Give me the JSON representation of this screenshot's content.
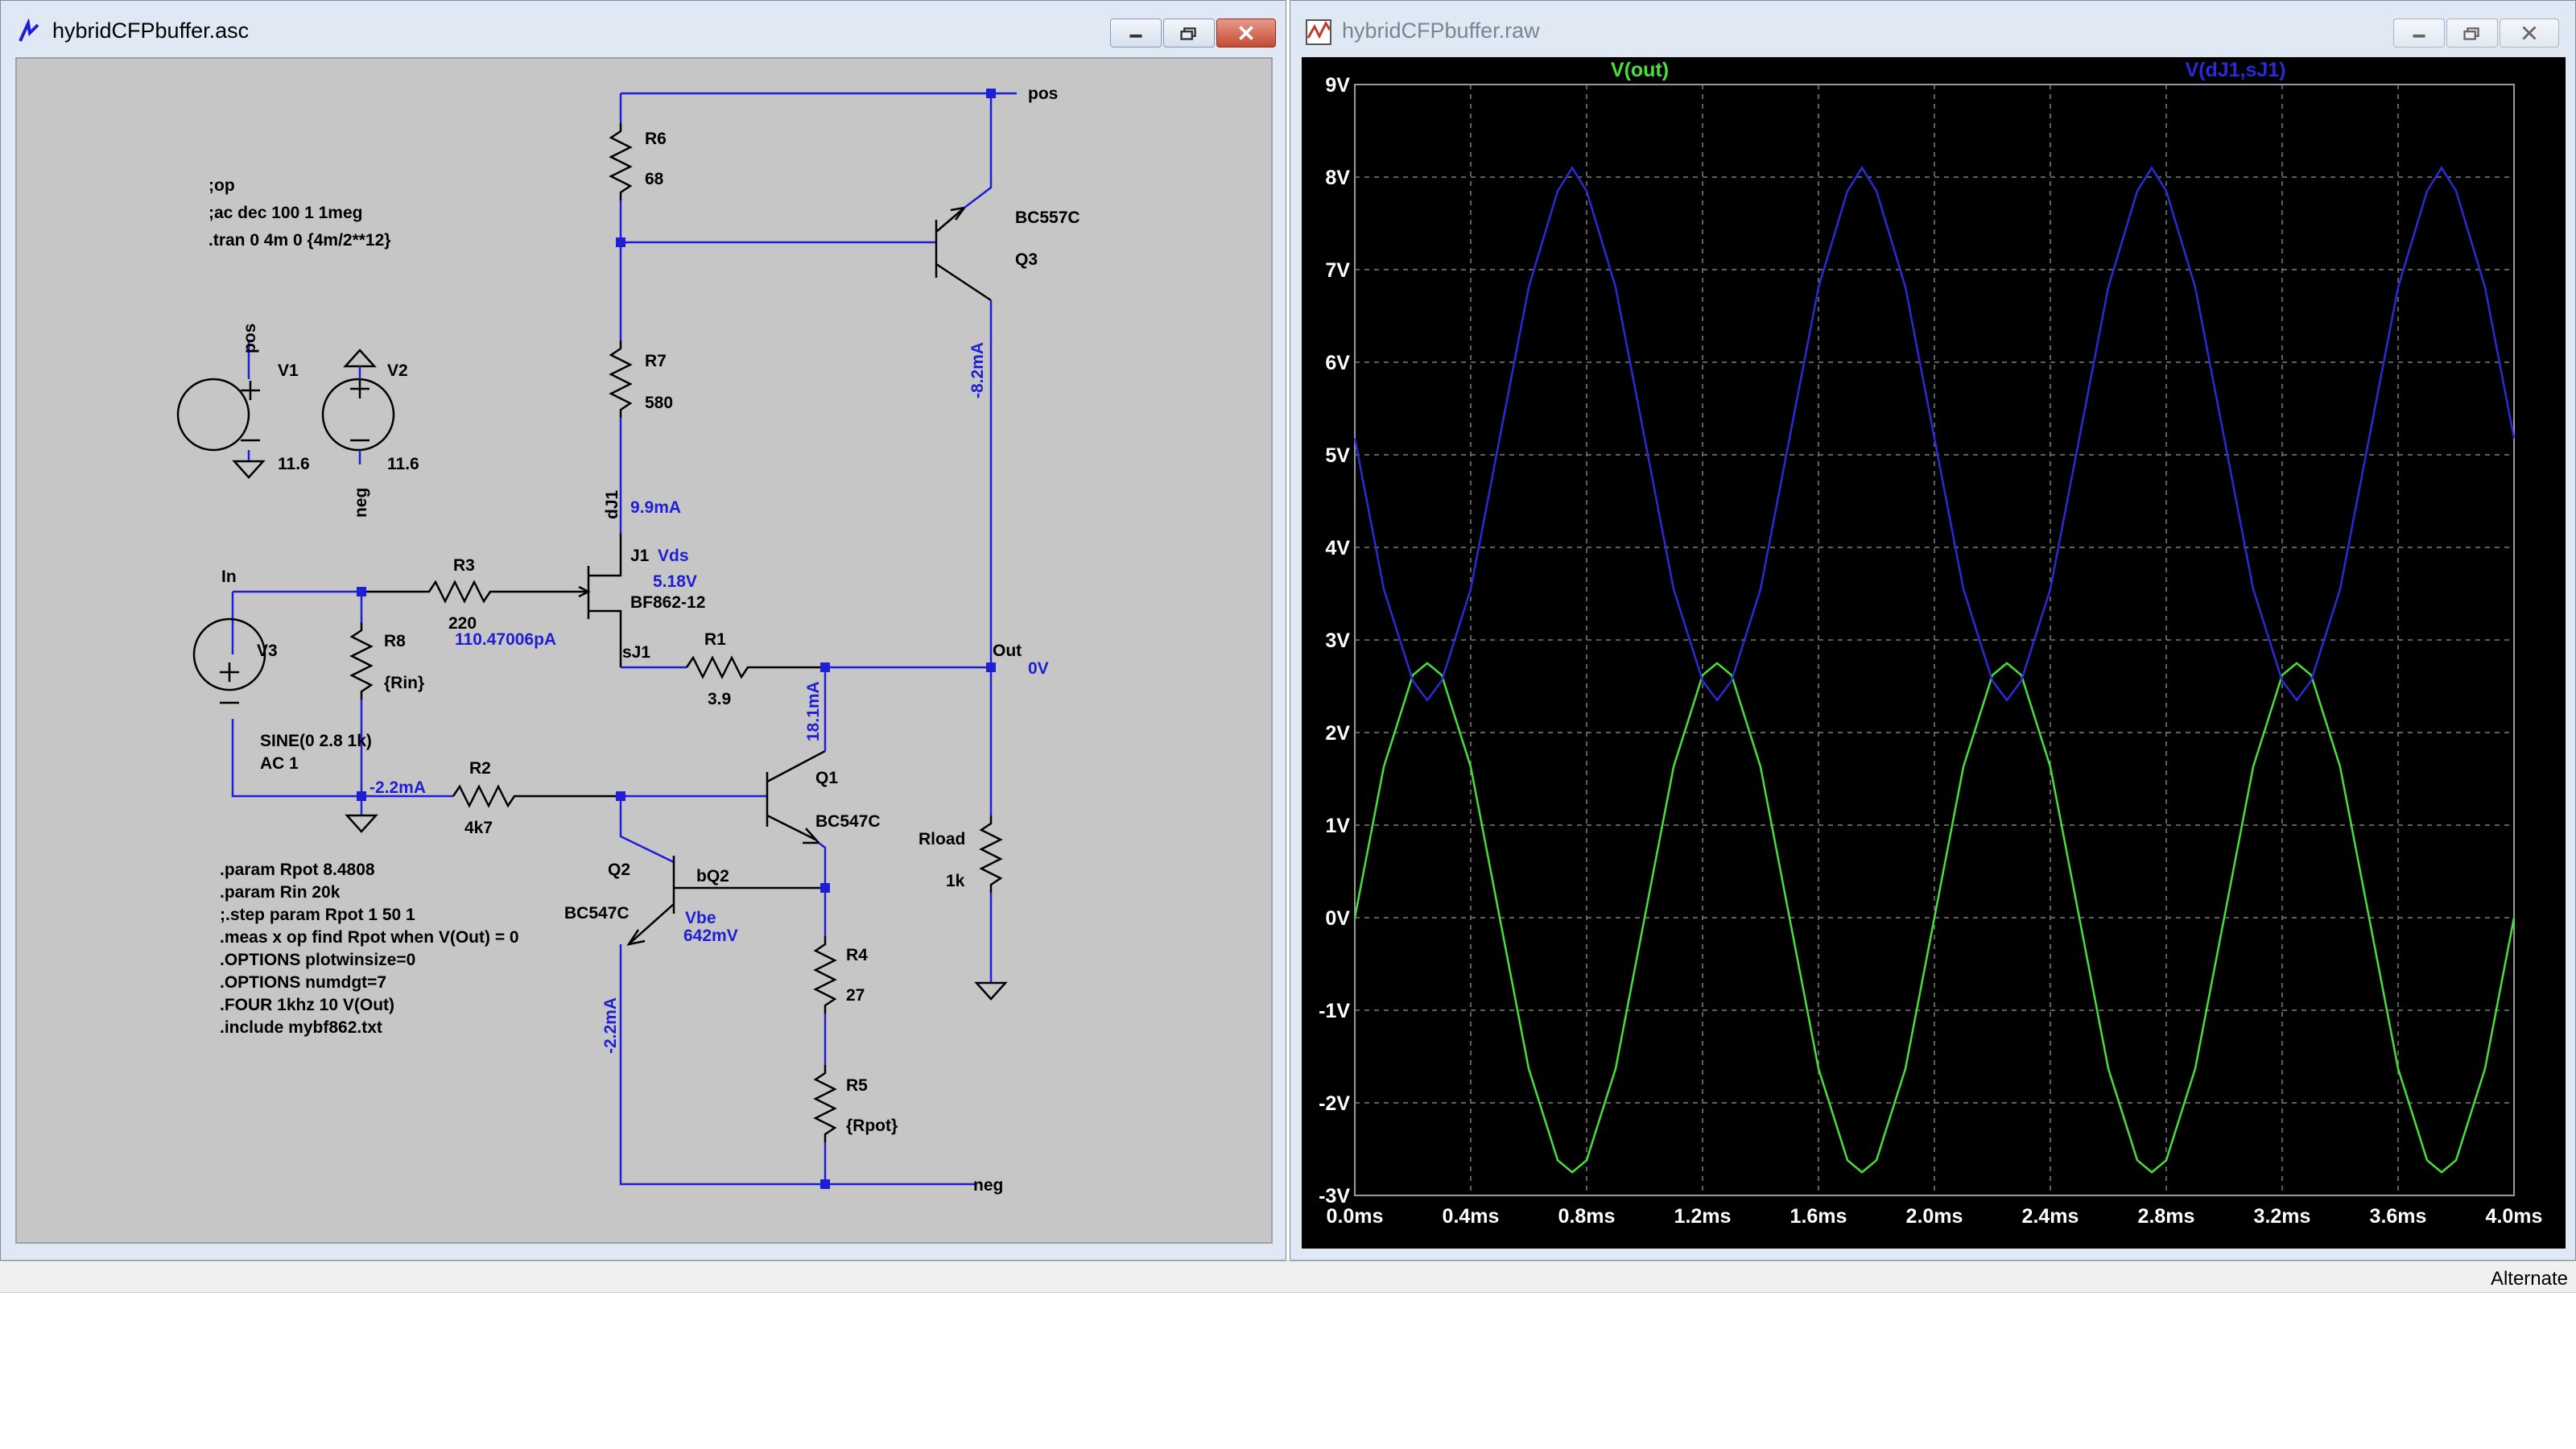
{
  "schematic_window": {
    "title": "hybridCFPbuffer.asc",
    "directives": [
      ";op",
      ";ac dec 100 1 1meg",
      ".tran 0 4m 0 {4m/2**12}"
    ],
    "param_directives": [
      ".param Rpot 8.4808",
      ".param Rin 20k",
      ";.step param Rpot 1 50 1",
      ".meas x op find Rpot when V(Out) = 0",
      ".OPTIONS plotwinsize=0",
      ".OPTIONS numdgt=7",
      ".FOUR 1khz 10 V(Out)",
      ".include mybf862.txt"
    ],
    "nets": {
      "pos": "pos",
      "neg": "neg",
      "in": "In",
      "out": "Out",
      "dJ1": "dJ1",
      "sJ1": "sJ1",
      "bQ2": "bQ2",
      "vds": "Vds",
      "vbe": "Vbe"
    },
    "components": {
      "r6": {
        "name": "R6",
        "value": "68"
      },
      "r7": {
        "name": "R7",
        "value": "580"
      },
      "r3": {
        "name": "R3",
        "value": "220"
      },
      "r8": {
        "name": "R8",
        "value": "{Rin}"
      },
      "r1": {
        "name": "R1",
        "value": "3.9"
      },
      "r2": {
        "name": "R2",
        "value": "4k7"
      },
      "r4": {
        "name": "R4",
        "value": "27"
      },
      "r5": {
        "name": "R5",
        "value": "{Rpot}"
      },
      "rload": {
        "name": "Rload",
        "value": "1k"
      },
      "v1": {
        "name": "V1",
        "value": "11.6"
      },
      "v2": {
        "name": "V2",
        "value": "11.6"
      },
      "v3": {
        "name": "V3",
        "value1": "SINE(0 2.8 1k)",
        "value2": "AC 1"
      },
      "q1": {
        "name": "Q1",
        "model": "BC547C"
      },
      "q2": {
        "name": "Q2",
        "model": "BC547C"
      },
      "q3": {
        "name": "Q3",
        "model": "BC557C"
      },
      "j1": {
        "name": "J1",
        "model": "BF862-12"
      }
    },
    "annotations": {
      "i_q3": "-8.2mA",
      "i_dj1": "9.9mA",
      "v_ds": "5.18V",
      "i_gate": "110.47006pA",
      "v_out": "0V",
      "i_q1": "18.1mA",
      "i_r2": "-2.2mA",
      "v_be": "642mV",
      "i_q2": "-2.2mA"
    }
  },
  "waveform_window": {
    "title": "hybridCFPbuffer.raw",
    "trace_labels": [
      "V(out)",
      "V(dJ1,sJ1)"
    ]
  },
  "status_bar": {
    "right_text": "Alternate"
  },
  "colors": {
    "schematic_bg": "#c6c6c6",
    "wire": "#1e1ed6",
    "plot_bg": "#000000",
    "trace_out": "#47e03b",
    "trace_vds": "#2a2ad6",
    "grid": "#7f7f7f",
    "axis_text": "#ffffff"
  },
  "chart_data": {
    "type": "line",
    "title": "",
    "x_tick_labels": [
      "0.0ms",
      "0.4ms",
      "0.8ms",
      "1.2ms",
      "1.6ms",
      "2.0ms",
      "2.4ms",
      "2.8ms",
      "3.2ms",
      "3.6ms",
      "4.0ms"
    ],
    "y_tick_labels": [
      "9V",
      "8V",
      "7V",
      "6V",
      "5V",
      "4V",
      "3V",
      "2V",
      "1V",
      "0V",
      "-1V",
      "-2V",
      "-3V"
    ],
    "xlim": [
      0,
      4.0
    ],
    "ylim": [
      -3,
      9
    ],
    "x_unit": "ms",
    "grid": true,
    "series": [
      {
        "name": "V(out)",
        "color": "#47e03b",
        "x": [
          0,
          0.1,
          0.2,
          0.25,
          0.3,
          0.4,
          0.5,
          0.6,
          0.7,
          0.75,
          0.8,
          0.9,
          1.0,
          1.1,
          1.2,
          1.25,
          1.3,
          1.4,
          1.5,
          1.6,
          1.7,
          1.75,
          1.8,
          1.9,
          2.0,
          2.1,
          2.2,
          2.25,
          2.3,
          2.4,
          2.5,
          2.6,
          2.7,
          2.75,
          2.8,
          2.9,
          3.0,
          3.1,
          3.2,
          3.25,
          3.3,
          3.4,
          3.5,
          3.6,
          3.7,
          3.75,
          3.8,
          3.9,
          4.0
        ],
        "y": [
          0,
          1.63,
          2.62,
          2.75,
          2.62,
          1.63,
          0,
          -1.63,
          -2.62,
          -2.75,
          -2.62,
          -1.63,
          0,
          1.63,
          2.62,
          2.75,
          2.62,
          1.63,
          0,
          -1.63,
          -2.62,
          -2.75,
          -2.62,
          -1.63,
          0,
          1.63,
          2.62,
          2.75,
          2.62,
          1.63,
          0,
          -1.63,
          -2.62,
          -2.75,
          -2.62,
          -1.63,
          0,
          1.63,
          2.62,
          2.75,
          2.62,
          1.63,
          0,
          -1.63,
          -2.62,
          -2.75,
          -2.62,
          -1.63,
          0
        ]
      },
      {
        "name": "V(dJ1,sJ1)",
        "color": "#2a2ad6",
        "x": [
          0,
          0.1,
          0.2,
          0.25,
          0.3,
          0.4,
          0.5,
          0.6,
          0.7,
          0.75,
          0.8,
          0.9,
          1.0,
          1.1,
          1.2,
          1.25,
          1.3,
          1.4,
          1.5,
          1.6,
          1.7,
          1.75,
          1.8,
          1.9,
          2.0,
          2.1,
          2.2,
          2.25,
          2.3,
          2.4,
          2.5,
          2.6,
          2.7,
          2.75,
          2.8,
          2.9,
          3.0,
          3.1,
          3.2,
          3.25,
          3.3,
          3.4,
          3.5,
          3.6,
          3.7,
          3.75,
          3.8,
          3.9,
          4.0
        ],
        "y": [
          5.18,
          3.55,
          2.56,
          2.35,
          2.56,
          3.55,
          5.18,
          6.81,
          7.85,
          8.1,
          7.85,
          6.81,
          5.18,
          3.55,
          2.56,
          2.35,
          2.56,
          3.55,
          5.18,
          6.81,
          7.85,
          8.1,
          7.85,
          6.81,
          5.18,
          3.55,
          2.56,
          2.35,
          2.56,
          3.55,
          5.18,
          6.81,
          7.85,
          8.1,
          7.85,
          6.81,
          5.18,
          3.55,
          2.56,
          2.35,
          2.56,
          3.55,
          5.18,
          6.81,
          7.85,
          8.1,
          7.85,
          6.81,
          5.18
        ]
      }
    ]
  }
}
